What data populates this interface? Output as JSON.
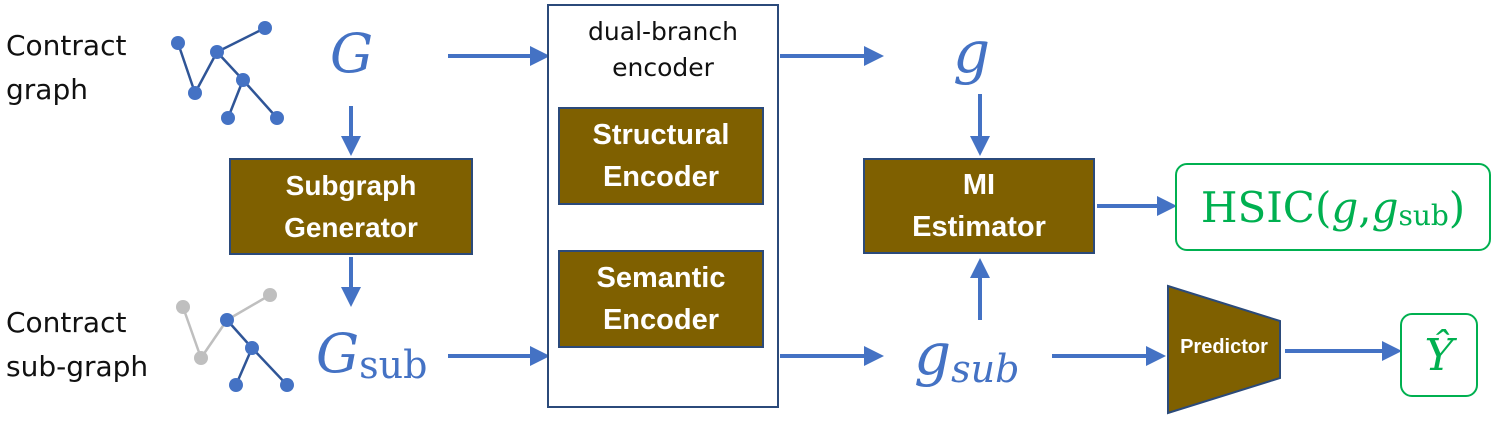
{
  "labels": {
    "contract_graph": [
      "Contract",
      "graph"
    ],
    "contract_subgraph": [
      "Contract",
      "sub-graph"
    ]
  },
  "symbols": {
    "G": "G",
    "G_sub_base": "G",
    "G_sub_subscript": "sub",
    "g": "g",
    "g_sub_base": "g",
    "g_sub_subscript": "sub"
  },
  "encoder": {
    "title_line1": "dual-branch",
    "title_line2": "encoder",
    "structural": [
      "Structural",
      "Encoder"
    ],
    "semantic": [
      "Semantic",
      "Encoder"
    ]
  },
  "boxes": {
    "subgraph_generator": [
      "Subgraph",
      "Generator"
    ],
    "mi_estimator": [
      "MI",
      "Estimator"
    ],
    "predictor": "Predictor"
  },
  "outputs": {
    "hsic_prefix": "HSIC(",
    "hsic_g": "g",
    "hsic_comma": ", ",
    "hsic_gsub_base": "g",
    "hsic_gsub_subscript": "sub",
    "hsic_suffix": ")",
    "y_hat": "Ŷ"
  },
  "colors": {
    "arrow": "#4472c4",
    "node": "#4472c4",
    "node_faded": "#bfbfbf",
    "box_fill": "#7f6000",
    "output_border": "#00b050"
  }
}
